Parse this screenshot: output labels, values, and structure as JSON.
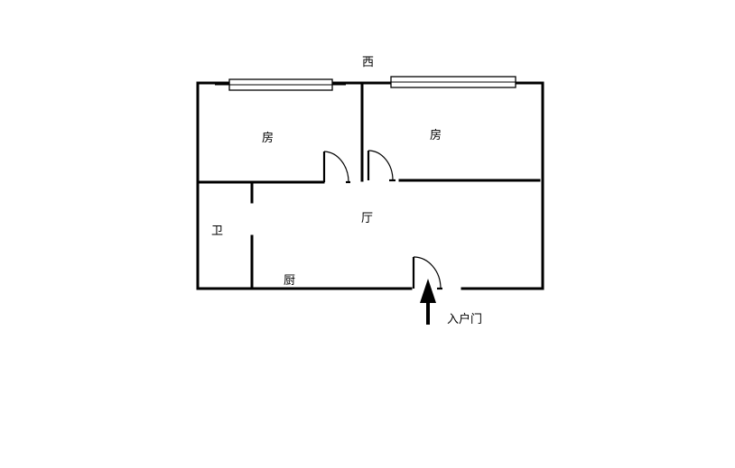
{
  "plan": {
    "direction_label": "西",
    "rooms": {
      "bedroom_left": "房",
      "bedroom_right": "房",
      "living_room": "厅",
      "bathroom": "卫",
      "kitchen": "厨"
    },
    "entrance_label": "入户门"
  },
  "colors": {
    "wall": "#000000",
    "background": "#ffffff"
  }
}
